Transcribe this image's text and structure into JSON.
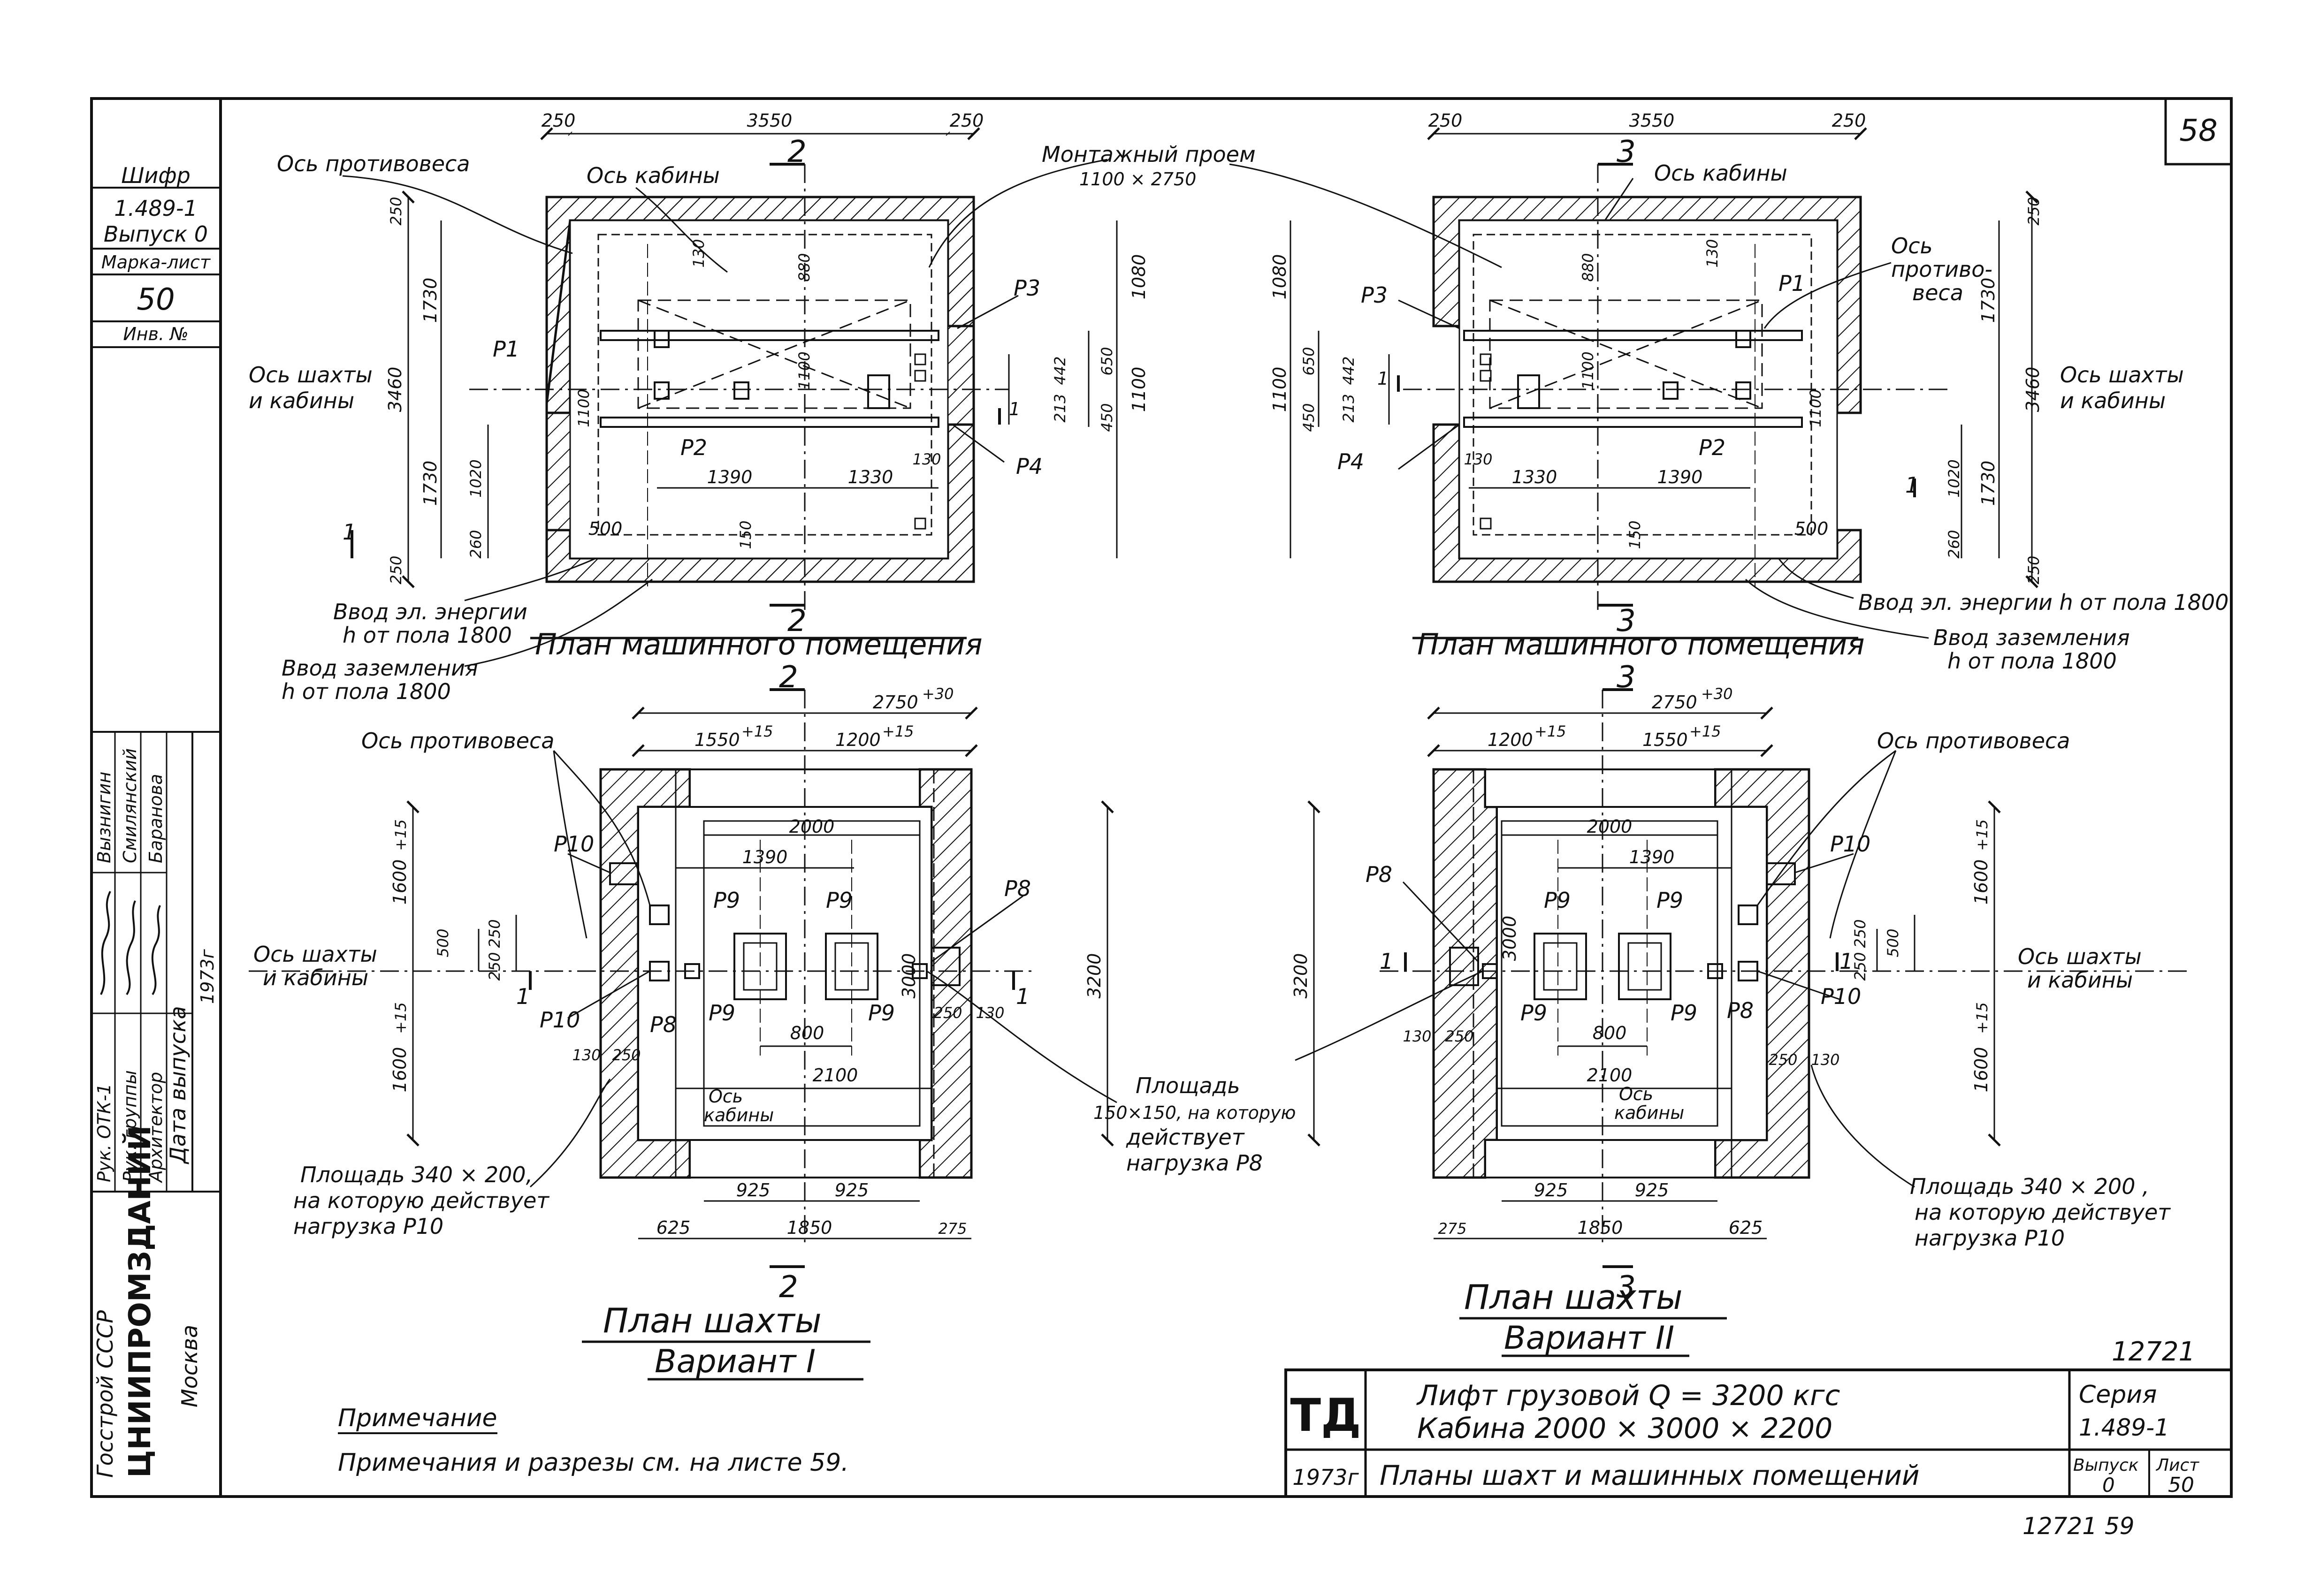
{
  "sheet": {
    "page_number": "58",
    "cipher_label": "Шифр",
    "cipher_value": "1.489-1",
    "issue_label": "Выпуск 0",
    "brand_sheet_label": "Марка-лист",
    "brand_sheet_value": "50",
    "inv_label": "Инв. №",
    "staff": [
      {
        "role": "Рук. ОТК-1",
        "name": "Вызнигин"
      },
      {
        "role": "Рук. группы",
        "name": "Смилянский"
      },
      {
        "role": "Архитектор",
        "name": "Баранова"
      }
    ],
    "release_date_label": "Дата выпуска",
    "release_year": "1973г",
    "org_1": "Госстрой СССР",
    "org_2": "ЦНИИПРОМЗДАНИЙ",
    "org_3": "Москва",
    "inv_number": "12721",
    "bottom_stamp": "12721 59"
  },
  "machine_room_1": {
    "title": "План машинного помещения",
    "dims": {
      "top_wall_left": "250",
      "top_span": "3550",
      "top_wall_right": "250",
      "wall_top": "250",
      "half_upper": "1730",
      "total": "3460",
      "half_lower": "1730",
      "wall_bottom": "250",
      "r_1080": "1080",
      "r_650": "650",
      "r_1100": "1100",
      "r_450": "450",
      "d_880": "880",
      "d_1100": "1100",
      "d_442": "442",
      "d_213": "213",
      "d_130a": "130",
      "d_130b": "130",
      "b_1390": "1390",
      "b_1330": "1330",
      "l_1100": "1100",
      "l_1020": "1020",
      "l_260": "260",
      "l_500": "500",
      "l_150": "150"
    },
    "labels": {
      "cw_axis": "Ось противовеса",
      "cab_axis": "Ось кабины",
      "opening_1": "Монтажный проем",
      "opening_2": "1100 × 2750",
      "shaft_axis_1": "Ось шахты",
      "shaft_axis_2": "и кабины",
      "p1": "P1",
      "p2": "P2",
      "p3": "P3",
      "p4": "P4",
      "sec_top": "2",
      "sec_bottom": "2",
      "sec_side": "1",
      "sec_left": "1",
      "power_1": "Ввод эл. энергии",
      "power_2": "h от пола 1800",
      "ground_1": "Ввод заземления",
      "ground_2": "h от пола 1800"
    }
  },
  "machine_room_2": {
    "title": "План машинного помещения",
    "dims": {
      "top_wall_left": "250",
      "top_span": "3550",
      "top_wall_right": "250",
      "wall_top": "250",
      "half_upper": "1730",
      "total": "3460",
      "half_lower": "1730",
      "wall_bottom": "250",
      "r_1080": "1080",
      "r_650": "650",
      "r_1100": "1100",
      "r_450": "450",
      "d_880": "880",
      "d_1100": "1100",
      "d_442": "442",
      "d_213": "213",
      "d_130a": "130",
      "d_130b": "130",
      "b_1330": "1330",
      "b_1390": "1390",
      "l_1100": "1100",
      "l_1020": "1020",
      "l_260": "260",
      "l_500": "500",
      "l_150": "150"
    },
    "labels": {
      "cab_axis": "Ось кабины",
      "cw_axis_1": "Ось",
      "cw_axis_2": "противо-",
      "cw_axis_3": "веса",
      "shaft_axis_1": "Ось шахты",
      "shaft_axis_2": "и кабины",
      "p1": "P1",
      "p2": "P2",
      "p3": "P3",
      "p4": "P4",
      "sec_top": "3",
      "sec_bottom": "3",
      "sec_side": "1",
      "sec_right": "1",
      "power": "Ввод эл. энергии h от пола 1800",
      "ground_1": "Ввод заземления",
      "ground_2": "h от пола 1800"
    }
  },
  "shaft_1": {
    "title_1": "План шахты",
    "title_2": "Вариант I",
    "dims": {
      "top_total": "2750",
      "top_total_tol": "+30",
      "top_left": "1550",
      "top_left_tol": "+15",
      "top_right": "1200",
      "top_right_tol": "+15",
      "upper": "1600",
      "upper_tol": "+15",
      "lower": "1600",
      "lower_tol": "+15",
      "total": "3200",
      "inner_w": "2000",
      "inner_h": "3000",
      "d_1390": "1390",
      "d_500": "500",
      "d_250a": "250",
      "d_250b": "250",
      "d_800": "800",
      "d_2100": "2100",
      "d_130a": "130",
      "d_250c": "250",
      "d_250d": "250",
      "d_130b": "130",
      "b_925a": "925",
      "b_925b": "925",
      "b_625": "625",
      "b_1850": "1850",
      "b_275": "275"
    },
    "labels": {
      "cw_axis": "Ось противовеса",
      "shaft_axis_1": "Ось шахты",
      "shaft_axis_2": "и кабины",
      "cab_axis_1": "Ось",
      "cab_axis_2": "кабины",
      "p8a": "P8",
      "p8b": "P8",
      "p9a": "P9",
      "p9b": "P9",
      "p9c": "P9",
      "p9d": "P9",
      "p10a": "P10",
      "p10b": "P10",
      "sec_top": "2",
      "sec_bottom": "2",
      "sec_left": "1",
      "sec_right": "1",
      "area_p10_1": "Площадь 340 × 200,",
      "area_p10_2": "на которую действует",
      "area_p10_3": "нагрузка P10",
      "area_p8_1": "Площадь",
      "area_p8_2": "150×150, на которую",
      "area_p8_3": "действует",
      "area_p8_4": "нагрузка P8"
    }
  },
  "shaft_2": {
    "title_1": "План шахты",
    "title_2": "Вариант II",
    "dims": {
      "top_total": "2750",
      "top_total_tol": "+30",
      "top_left": "1200",
      "top_left_tol": "+15",
      "top_right": "1550",
      "top_right_tol": "+15",
      "upper": "1600",
      "upper_tol": "+15",
      "lower": "1600",
      "lower_tol": "+15",
      "total": "3200",
      "inner_w": "2000",
      "inner_h": "3000",
      "d_1390": "1390",
      "d_500": "500",
      "d_250a": "250",
      "d_250b": "250",
      "d_800": "800",
      "d_2100": "2100",
      "d_130a": "130",
      "d_250c": "250",
      "d_250d": "250",
      "d_130b": "130",
      "b_925a": "925",
      "b_925b": "925",
      "b_275": "275",
      "b_1850": "1850",
      "b_625": "625"
    },
    "labels": {
      "cw_axis": "Ось противовеса",
      "shaft_axis_1": "Ось шахты",
      "shaft_axis_2": "и кабины",
      "cab_axis_1": "Ось",
      "cab_axis_2": "кабины",
      "p8a": "P8",
      "p8b": "P8",
      "p9a": "P9",
      "p9b": "P9",
      "p9c": "P9",
      "p9d": "P9",
      "p10a": "P10",
      "p10b": "P10",
      "sec_top": "3",
      "sec_bottom": "3",
      "sec_left": "1",
      "sec_right": "1",
      "area_p10_1": "Площадь 340 × 200 ,",
      "area_p10_2": "на которую действует",
      "area_p10_3": "нагрузка P10"
    }
  },
  "notes": {
    "heading": "Примечание",
    "text": "Примечания и разрезы см. на листе 59."
  },
  "title_block": {
    "logo": "ТД",
    "year": "1973г",
    "line1": "Лифт грузовой Q = 3200 кгс",
    "line2": "Кабина 2000 × 3000 × 2200",
    "line3": "Планы шахт и машинных помещений",
    "series_label": "Серия",
    "series_value": "1.489-1",
    "issue_label": "Выпуск",
    "issue_value": "0",
    "sheet_label": "Лист",
    "sheet_value": "50"
  }
}
